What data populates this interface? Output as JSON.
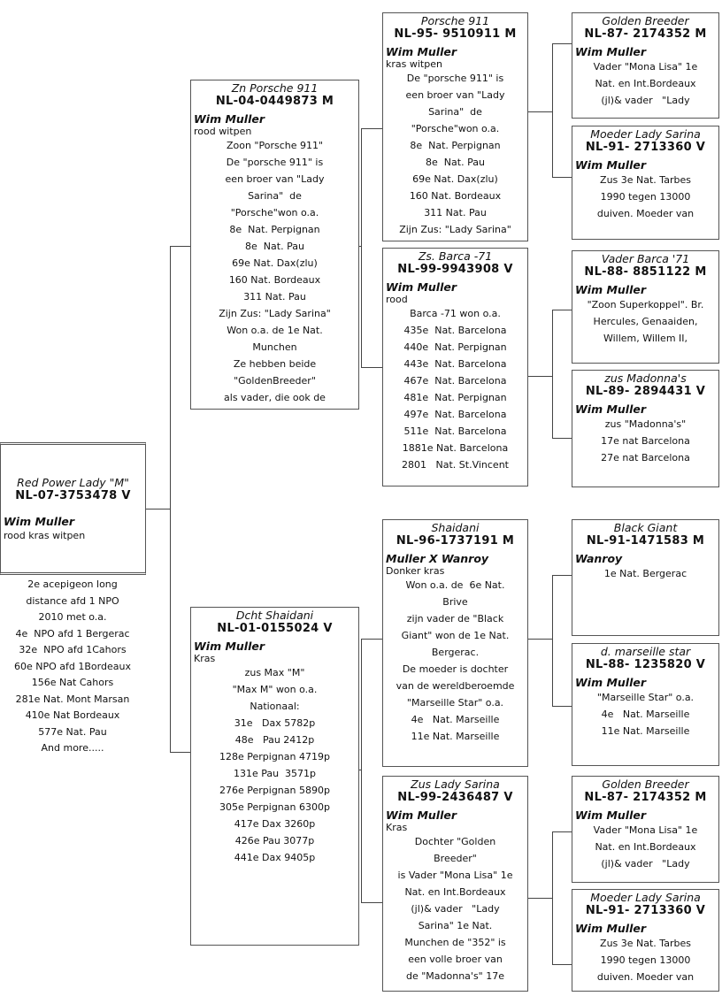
{
  "subject": {
    "name": "Red Power Lady \"M\"",
    "ring": "NL-07-3753478 V",
    "owner": "Wim Muller",
    "color": "rood kras witpen",
    "notes": [
      "2e acepigeon long",
      "distance afd 1 NPO",
      "2010 met o.a.",
      "4e  NPO afd 1 Bergerac",
      "32e  NPO afd 1Cahors",
      "60e NPO afd 1Bordeaux",
      "156e Nat Cahors",
      "281e Nat. Mont Marsan",
      "410e Nat Bordeaux",
      "577e Nat. Pau",
      "And more....."
    ]
  },
  "sire": {
    "name": "Zn Porsche 911",
    "ring": "NL-04-0449873 M",
    "owner": "Wim Muller",
    "color": "rood witpen",
    "lines": [
      "Zoon \"Porsche 911\"",
      "De \"porsche 911\" is",
      "een broer van \"Lady",
      "Sarina\"  de",
      "\"Porsche\"won o.a.",
      "8e  Nat. Perpignan",
      "8e  Nat. Pau",
      "69e Nat. Dax(zlu)",
      "160 Nat. Bordeaux",
      "311 Nat. Pau",
      "Zijn Zus: \"Lady Sarina\"",
      "Won o.a. de 1e Nat.",
      "Munchen",
      "Ze hebben beide",
      "\"GoldenBreeder\"",
      "als vader, die ook de"
    ]
  },
  "dam": {
    "name": "Dcht Shaidani",
    "ring": "NL-01-0155024 V",
    "owner": "Wim Muller",
    "color": "Kras",
    "lines": [
      "zus Max \"M\"",
      "\"Max M\" won o.a.",
      "Nationaal:",
      "31e   Dax 5782p",
      "48e   Pau 2412p",
      "128e Perpignan 4719p",
      "131e Pau  3571p",
      "276e Perpignan 5890p",
      "305e Perpignan 6300p",
      "417e Dax 3260p",
      "426e Pau 3077p",
      "441e Dax 9405p"
    ]
  },
  "ss": {
    "name": "Porsche 911",
    "ring": "NL-95- 9510911 M",
    "owner": "Wim Muller",
    "color": "kras witpen",
    "lines": [
      "De \"porsche 911\" is",
      "een broer van \"Lady",
      "Sarina\"  de",
      "\"Porsche\"won o.a.",
      "8e  Nat. Perpignan",
      "8e  Nat. Pau",
      "69e Nat. Dax(zlu)",
      "160 Nat. Bordeaux",
      "311 Nat. Pau",
      "Zijn Zus: \"Lady Sarina\""
    ]
  },
  "sd": {
    "name": "Zs. Barca -71",
    "ring": "NL-99-9943908 V",
    "owner": "Wim Muller",
    "color": "rood",
    "lines": [
      "Barca -71 won o.a.",
      "435e  Nat. Barcelona",
      "440e  Nat. Perpignan",
      "443e  Nat. Barcelona",
      "467e  Nat. Barcelona",
      "481e  Nat. Perpignan",
      "497e  Nat. Barcelona",
      "511e  Nat. Barcelona",
      "1881e Nat. Barcelona",
      "2801   Nat. St.Vincent"
    ]
  },
  "ds": {
    "name": "Shaidani",
    "ring": "NL-96-1737191 M",
    "owner": "Muller X Wanroy",
    "color": "Donker kras",
    "lines": [
      "Won o.a. de  6e Nat.",
      "Brive",
      "zijn vader de \"Black",
      "Giant\" won de 1e Nat.",
      "Bergerac.",
      "De moeder is dochter",
      "van de wereldberoemde",
      "\"Marseille Star\" o.a.",
      "4e   Nat. Marseille",
      "11e Nat. Marseille"
    ]
  },
  "dd": {
    "name": "Zus Lady Sarina",
    "ring": "NL-99-2436487 V",
    "owner": "Wim Muller",
    "color": "Kras",
    "lines": [
      "Dochter \"Golden",
      "Breeder\"",
      "is Vader \"Mona Lisa\" 1e",
      "Nat. en Int.Bordeaux",
      "(jl)& vader   \"Lady",
      "Sarina\" 1e Nat.",
      "Munchen de \"352\" is",
      "een volle broer van",
      "de \"Madonna's\" 17e"
    ]
  },
  "sss": {
    "name": "Golden Breeder",
    "ring": "NL-87- 2174352 M",
    "owner": "Wim Muller",
    "color": "",
    "lines": [
      "Vader \"Mona Lisa\" 1e",
      "Nat. en Int.Bordeaux",
      "(jl)& vader   \"Lady"
    ]
  },
  "ssd": {
    "name": "Moeder Lady Sarina",
    "ring": "NL-91- 2713360 V",
    "owner": "Wim Muller",
    "color": "",
    "lines": [
      "Zus 3e Nat. Tarbes",
      "1990 tegen 13000",
      "duiven. Moeder van"
    ]
  },
  "sds": {
    "name": "Vader Barca '71",
    "ring": "NL-88- 8851122 M",
    "owner": "Wim Muller",
    "color": "",
    "lines": [
      "\"Zoon Superkoppel\". Br.",
      "Hercules, Genaaiden,",
      "Willem, Willem II,"
    ]
  },
  "sdd": {
    "name": "zus Madonna's",
    "ring": "NL-89- 2894431 V",
    "owner": "Wim Muller",
    "color": "",
    "lines": [
      "zus \"Madonna's\"",
      "17e nat Barcelona",
      "27e nat Barcelona"
    ]
  },
  "dss": {
    "name": "Black Giant",
    "ring": "NL-91-1471583 M",
    "owner": "Wanroy",
    "color": "",
    "lines": [
      "1e Nat. Bergerac"
    ]
  },
  "dsd": {
    "name": "d. marseille star",
    "ring": "NL-88- 1235820 V",
    "owner": "Wim Muller",
    "color": "",
    "lines": [
      "\"Marseille Star\" o.a.",
      "4e   Nat. Marseille",
      "11e Nat. Marseille"
    ]
  },
  "dds": {
    "name": "Golden Breeder",
    "ring": "NL-87- 2174352 M",
    "owner": "Wim Muller",
    "color": "",
    "lines": [
      "Vader \"Mona Lisa\" 1e",
      "Nat. en Int.Bordeaux",
      "(jl)& vader   \"Lady"
    ]
  },
  "ddd": {
    "name": "Moeder Lady Sarina",
    "ring": "NL-91- 2713360 V",
    "owner": "Wim Muller",
    "color": "",
    "lines": [
      "Zus 3e Nat. Tarbes",
      "1990 tegen 13000",
      "duiven. Moeder van"
    ]
  }
}
